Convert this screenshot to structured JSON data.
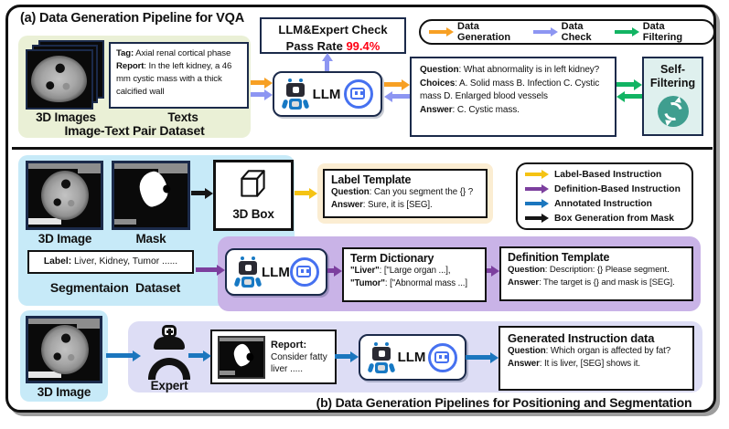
{
  "colors": {
    "data_generation": "#F7A024",
    "data_check": "#8D96F2",
    "data_filtering": "#12B463",
    "label_based": "#F5C313",
    "definition_based": "#7C3F9E",
    "annotated": "#1B76BE",
    "box_from_mask": "#151515",
    "pass_rate_red": "#FF0014",
    "self_filter_teal": "#3F9E8F"
  },
  "panel_a": {
    "title": "(a) Data Generation Pipeline for VQA",
    "dataset": {
      "tag_label": "Tag:",
      "tag_text": " Axial renal cortical phase",
      "report_label": "Report",
      "report_text": ": In the left kidney, a 46 mm cystic mass with a thick calcified wall",
      "image_caption": "3D Images",
      "text_caption": "Texts",
      "caption": "Image-Text Pair Dataset"
    },
    "check_box": {
      "line1": "LLM&Expert Check",
      "line2": "Pass Rate ",
      "rate": "99.4%"
    },
    "legend": [
      "Data Generation",
      "Data Check",
      "Data Filtering"
    ],
    "llm_label": "LLM",
    "qa_box": {
      "q_label": "Question",
      "q_text": ": What abnormality is in left kidney?",
      "c_label": "Choices",
      "c_text": ": A. Solid mass B. Infection C. Cystic mass D. Enlarged blood vessels",
      "a_label": "Answer",
      "a_text": ": C. Cystic mass."
    },
    "self_filter": {
      "line1": "Self-",
      "line2": "Filtering"
    }
  },
  "panel_b": {
    "caption": "(b) Data Generation Pipelines for Positioning and Segmentation",
    "seg_dataset": {
      "image_caption": "3D Image",
      "mask_caption": "Mask",
      "label_label": "Label:",
      "label_text": " Liver, Kidney, Tumor ......",
      "caption": "Segmentaion  Dataset"
    },
    "box3d_label": "3D Box",
    "label_template": {
      "title": "Label Template",
      "q_label": "Question",
      "q_text": ": Can you segment the {} ?",
      "a_label": "Answer",
      "a_text": ": Sure, it is [SEG]."
    },
    "legend2": [
      "Label-Based Instruction",
      "Definition-Based Instruction",
      "Annotated Instruction",
      "Box Generation from Mask"
    ],
    "llm_label": "LLM",
    "term_dict": {
      "title": "Term Dictionary",
      "e1_key": "\"Liver\"",
      "e1_val": ": [\"Large organ ...],",
      "e2_key": "\"Tumor\"",
      "e2_val": ": [\"Abnormal mass ...]"
    },
    "def_template": {
      "title": "Definition Template",
      "q_label": "Question",
      "q_text": ": Description: {} Please segment.",
      "a_label": "Answer",
      "a_text": ": The target is {} and mask is [SEG]."
    },
    "bottom": {
      "image_caption": "3D Image",
      "expert_label": "Expert",
      "report_title": "Report:",
      "report_text": "Consider fatty liver .....",
      "llm_label": "LLM",
      "gen_box": {
        "title": "Generated Instruction data",
        "q_label": "Question",
        "q_text": ": Which organ is affected by fat?",
        "a_label": "Answer",
        "a_text": ": It is liver, [SEG] shows it."
      }
    }
  }
}
